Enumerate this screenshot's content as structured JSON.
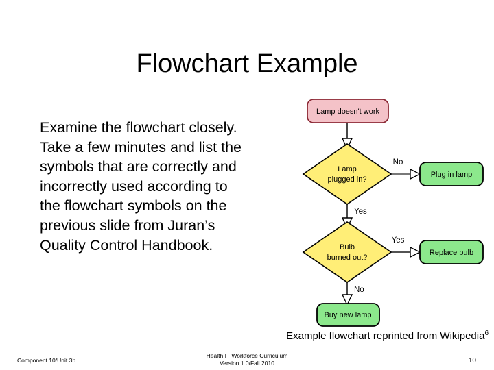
{
  "slide": {
    "title": "Flowchart Example",
    "body_text": "Examine the flowchart closely.  Take a few minutes and list the symbols that are correctly and incorrectly used according to the flowchart symbols on the previous slide from Juran’s Quality Control Handbook.",
    "caption": "Example flowchart reprinted from Wikipedia",
    "caption_superscript": "6"
  },
  "footer": {
    "left": "Component 10/Unit 3b",
    "center_line1": "Health IT Workforce Curriculum",
    "center_line2": "Version 1.0/Fall 2010",
    "page_number": "10"
  },
  "chart_data": {
    "type": "diagram",
    "diagram_kind": "flowchart",
    "title": "Lamp troubleshooting flowchart",
    "colors": {
      "start_fill": "#f4c2c8",
      "start_stroke": "#8c2a36",
      "decision_fill": "#ffee77",
      "decision_stroke": "#000000",
      "process_fill": "#8ce88c",
      "process_stroke": "#000000",
      "edge_stroke": "#404040",
      "arrow_fill": "#ffffff",
      "arrow_stroke": "#000000"
    },
    "nodes": [
      {
        "id": "start",
        "shape": "rounded-rect",
        "label": "Lamp doesn't work",
        "role": "start"
      },
      {
        "id": "d1",
        "shape": "diamond",
        "label_line1": "Lamp",
        "label_line2": "plugged in?",
        "role": "decision"
      },
      {
        "id": "plug",
        "shape": "rounded-rect",
        "label": "Plug in lamp",
        "role": "process"
      },
      {
        "id": "d2",
        "shape": "diamond",
        "label_line1": "Bulb",
        "label_line2": "burned out?",
        "role": "decision"
      },
      {
        "id": "replace",
        "shape": "rounded-rect",
        "label": "Replace bulb",
        "role": "process"
      },
      {
        "id": "buy",
        "shape": "rounded-rect",
        "label": "Buy new lamp",
        "role": "process"
      }
    ],
    "edges": [
      {
        "from": "start",
        "to": "d1",
        "label": ""
      },
      {
        "from": "d1",
        "to": "plug",
        "label": "No"
      },
      {
        "from": "d1",
        "to": "d2",
        "label": "Yes"
      },
      {
        "from": "d2",
        "to": "replace",
        "label": "Yes"
      },
      {
        "from": "d2",
        "to": "buy",
        "label": "No"
      }
    ]
  }
}
